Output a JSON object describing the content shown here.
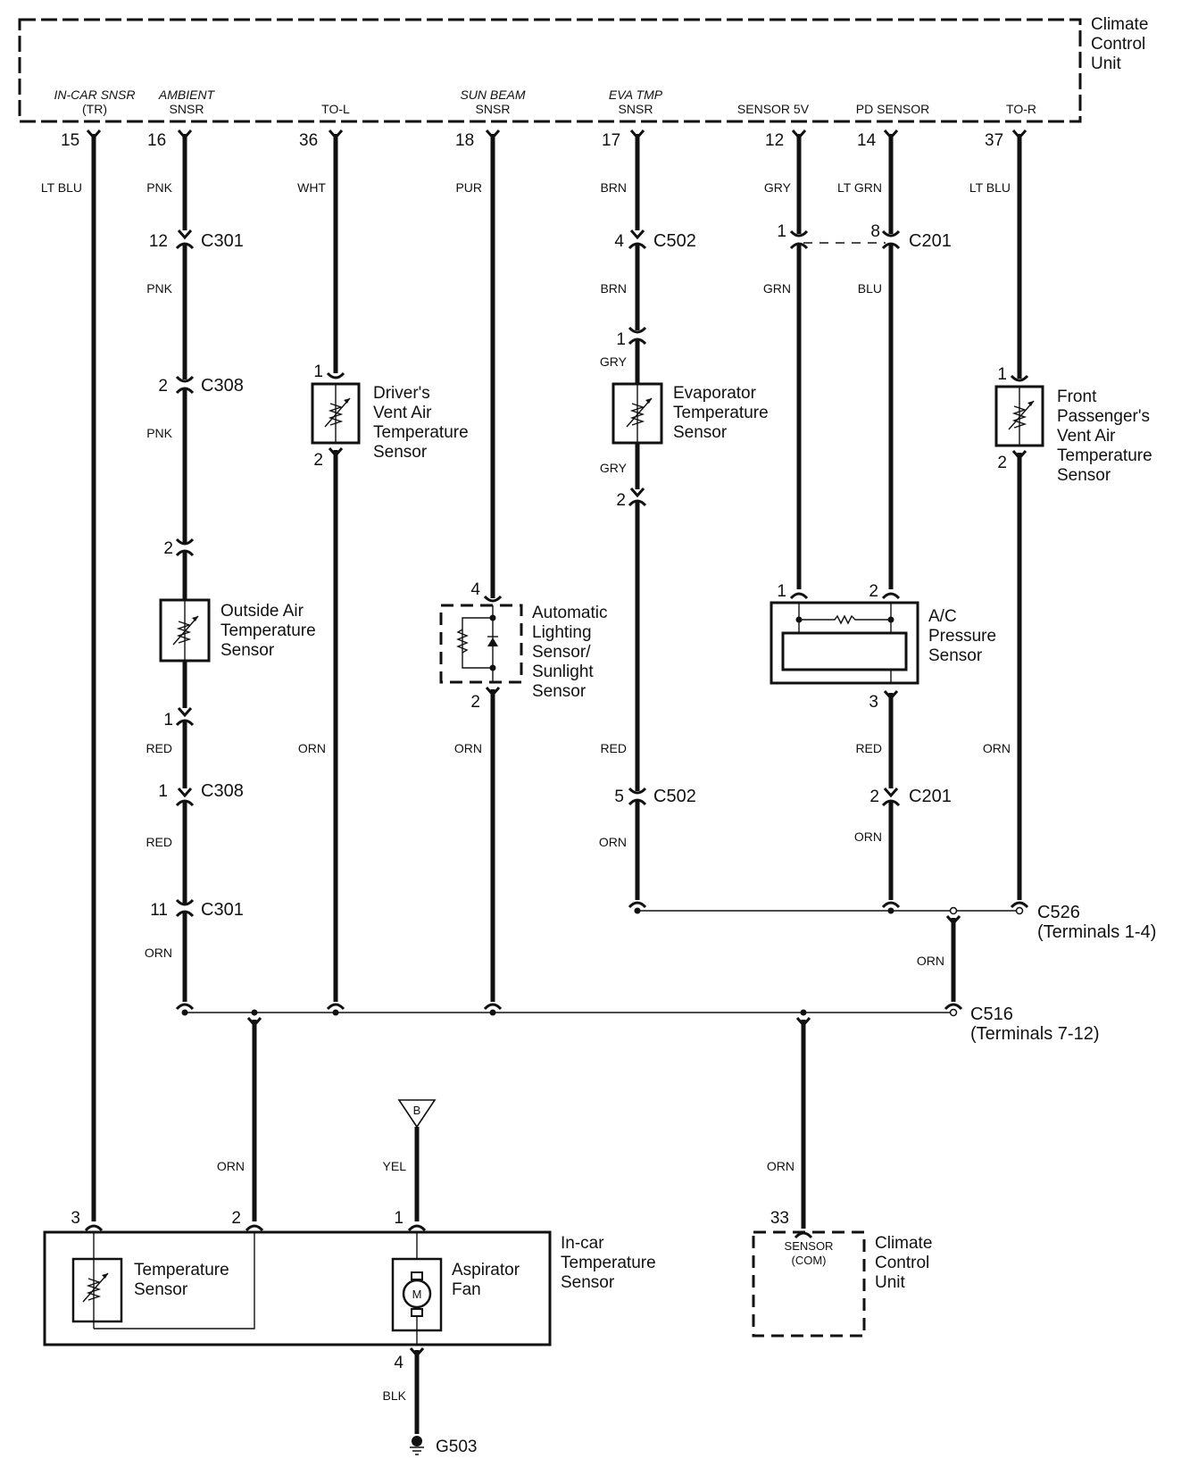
{
  "diagram": {
    "title": "Climate Control Sensor Circuit Wiring Diagram",
    "top_unit": {
      "name": [
        "Climate",
        "Control",
        "Unit"
      ],
      "terminals": [
        {
          "id": "incar",
          "label": [
            "IN-CAR SNSR",
            "(TR)"
          ],
          "italic": true,
          "pin": "15",
          "wire": "LT BLU"
        },
        {
          "id": "ambient",
          "label": [
            "AMBIENT",
            "SNSR"
          ],
          "italic": true,
          "pin": "16",
          "wire": "PNK"
        },
        {
          "id": "tol",
          "label": [
            "TO-L"
          ],
          "italic": false,
          "pin": "36",
          "wire": "WHT"
        },
        {
          "id": "sunbeam",
          "label": [
            "SUN BEAM",
            "SNSR"
          ],
          "italic": true,
          "pin": "18",
          "wire": "PUR"
        },
        {
          "id": "evatmp",
          "label": [
            "EVA TMP",
            "SNSR"
          ],
          "italic": true,
          "pin": "17",
          "wire": "BRN"
        },
        {
          "id": "sensor5v",
          "label": [
            "SENSOR 5V"
          ],
          "italic": false,
          "pin": "12",
          "wire": "GRY"
        },
        {
          "id": "pdsensor",
          "label": [
            "PD SENSOR"
          ],
          "italic": false,
          "pin": "14",
          "wire": "LT GRN"
        },
        {
          "id": "tor",
          "label": [
            "TO-R"
          ],
          "italic": false,
          "pin": "37",
          "wire": "LT BLU"
        }
      ]
    },
    "connectors": {
      "ambient_c301_top": {
        "pin": "12",
        "name": "C301"
      },
      "ambient_c308_top": {
        "pin": "2",
        "name": "C308"
      },
      "ambient_c308_bot": {
        "pin": "1",
        "name": "C308"
      },
      "ambient_c301_bot": {
        "pin": "11",
        "name": "C301"
      },
      "eva_c502_top": {
        "pin": "4",
        "name": "C502"
      },
      "eva_c502_bot": {
        "pin": "5",
        "name": "C502"
      },
      "pd_c201_top": {
        "pin": "8",
        "name": "C201"
      },
      "s5v_c201_top": {
        "pin": "1",
        "name": ""
      },
      "pd_c201_bot": {
        "pin": "2",
        "name": "C201"
      },
      "c526": {
        "name": "C526",
        "sub": "(Terminals 1-4)"
      },
      "c516": {
        "name": "C516",
        "sub": "(Terminals 7-12)"
      }
    },
    "wire_colors": {
      "ambient_mid1": "PNK",
      "ambient_mid2": "PNK",
      "ambient_low1": "RED",
      "ambient_low2": "RED",
      "ambient_low3": "ORN",
      "tol_low": "ORN",
      "sunbeam_low": "ORN",
      "eva_mid": "BRN",
      "eva_gry1": "GRY",
      "eva_gry2": "GRY",
      "eva_low1": "RED",
      "eva_low2": "ORN",
      "s5v_mid": "GRN",
      "pd_mid": "BLU",
      "pd_low1": "RED",
      "pd_low2": "ORN",
      "tor_low": "ORN",
      "c526_to_c516": "ORN",
      "incar_pin2": "ORN",
      "fan_supply": "YEL",
      "ccu_com": "ORN",
      "ground": "BLK"
    },
    "components": {
      "drivers_vent": {
        "name": [
          "Driver's",
          "Vent Air",
          "Temperature",
          "Sensor"
        ],
        "pin_top": "1",
        "pin_bot": "2"
      },
      "outside_air": {
        "name": [
          "Outside Air",
          "Temperature",
          "Sensor"
        ],
        "pin_top": "2",
        "pin_bot": "1"
      },
      "sunlight": {
        "name": [
          "Automatic",
          "Lighting",
          "Sensor/",
          "Sunlight",
          "Sensor"
        ],
        "pin_top": "4",
        "pin_bot": "2"
      },
      "evaporator": {
        "name": [
          "Evaporator",
          "Temperature",
          "Sensor"
        ],
        "pin_top": "1",
        "pin_bot": "2"
      },
      "ac_pressure": {
        "name": [
          "A/C",
          "Pressure",
          "Sensor"
        ],
        "pin1": "1",
        "pin2": "2",
        "pin3": "3"
      },
      "front_pass_vent": {
        "name": [
          "Front",
          "Passenger's",
          "Vent Air",
          "Temperature",
          "Sensor"
        ],
        "pin_top": "1",
        "pin_bot": "2"
      },
      "incar_sensor": {
        "name": [
          "In-car",
          "Temperature",
          "Sensor"
        ],
        "sub_temp": [
          "Temperature",
          "Sensor"
        ],
        "sub_fan": [
          "Aspirator",
          "Fan"
        ],
        "pin3": "3",
        "pin2": "2",
        "pin1": "1",
        "pin4": "4",
        "motor": "M"
      },
      "power_source": {
        "label": "B"
      },
      "ground": {
        "name": "G503"
      },
      "ccu_bottom": {
        "name": [
          "Climate",
          "Control",
          "Unit"
        ],
        "pin": "33",
        "label": [
          "SENSOR",
          "(COM)"
        ]
      }
    }
  }
}
